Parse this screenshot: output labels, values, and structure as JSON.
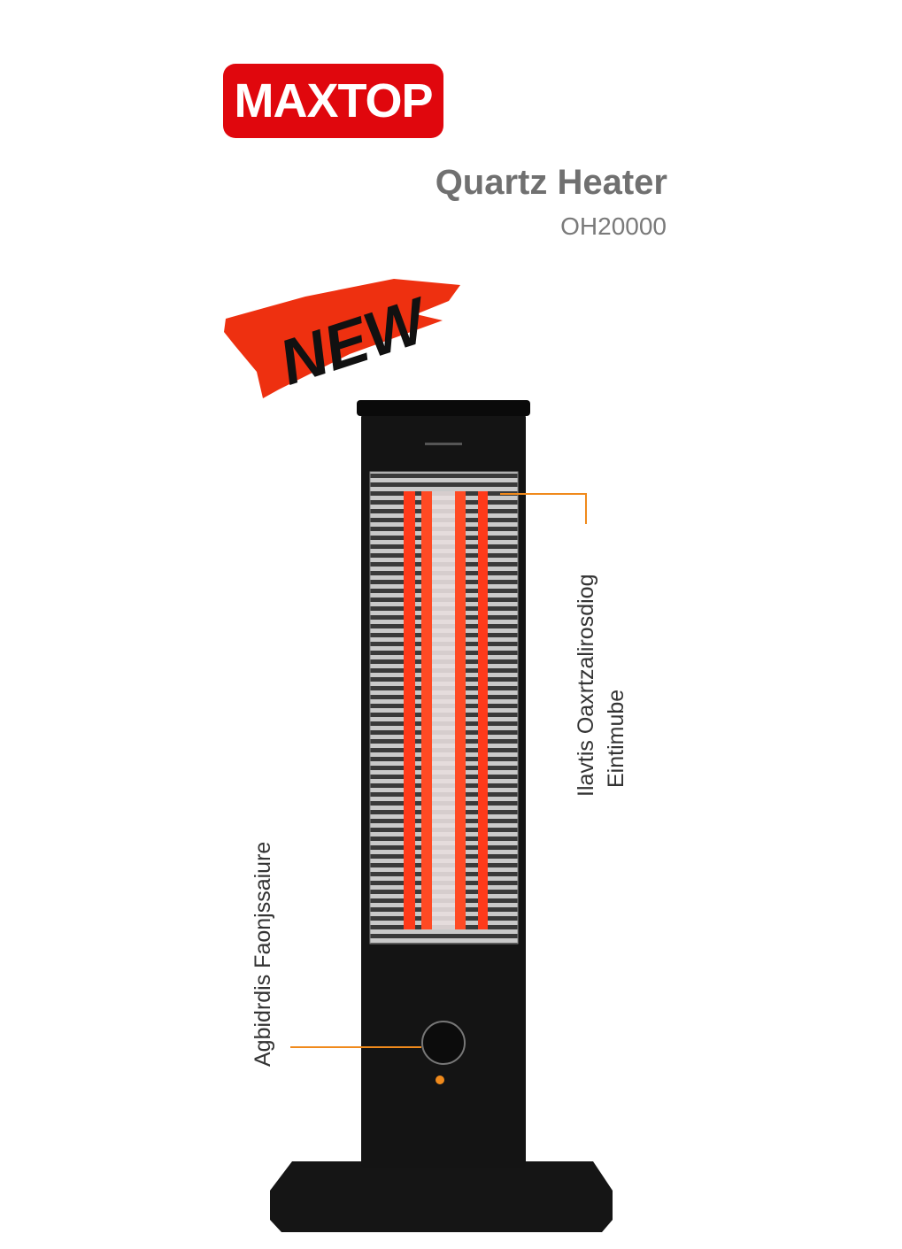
{
  "brand": "MAXTOP",
  "product": {
    "title": "Quartz Heater",
    "model": "OH20000"
  },
  "badge": "NEW",
  "callouts": {
    "element_line1": "Ilavtis Oaxrtzalirosdiog",
    "element_line2": "Eintimube",
    "knob": "Agbidrdis Faonjssaiure"
  },
  "colors": {
    "brand": "#e0070d",
    "accent": "#f08a1c",
    "body": "#111111",
    "element": "#ff3a1a"
  }
}
